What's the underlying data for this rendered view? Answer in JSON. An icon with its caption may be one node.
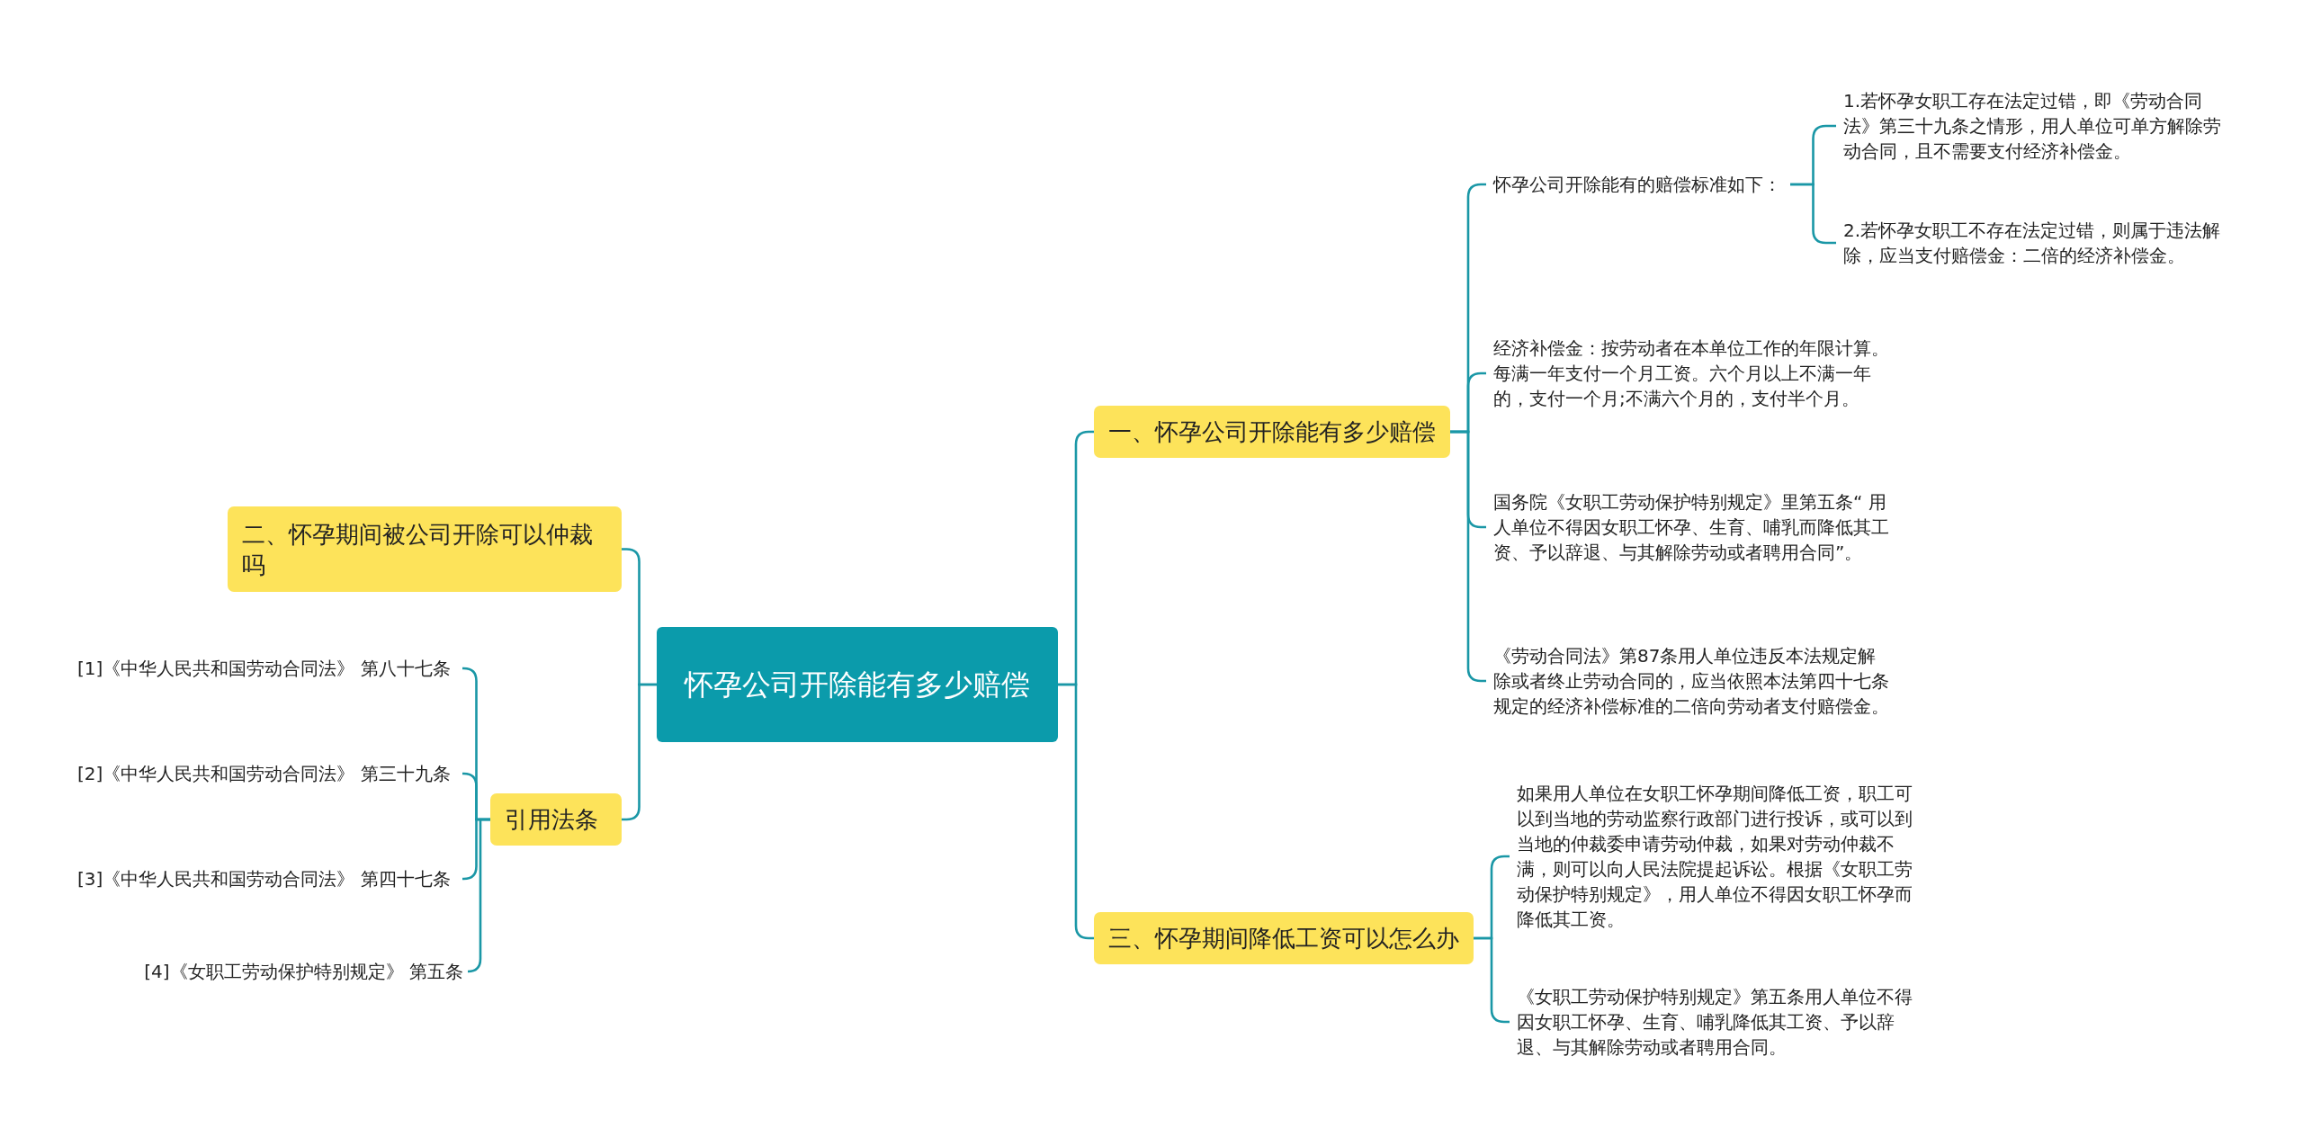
{
  "diagram": {
    "nodes": [
      {
        "text": [
          "怀孕公司开除能有多少赔偿"
        ]
      },
      {
        "text": [
          "一、怀孕公司开除能有多少赔偿"
        ]
      },
      {
        "text": [
          "怀孕公司开除能有的赔偿标准如下："
        ]
      },
      {
        "text": [
          "1.若怀孕女职工存在法定过错，即《劳动合同法》第三十九条之情形，用人单位可单方解除劳动合同，且不需要支付经济补偿金。"
        ]
      },
      {
        "text": [
          "2.若怀孕女职工不存在法定过错，则属于违法解除，应当支付赔偿金：二倍的经济补偿金。"
        ]
      },
      {
        "text": [
          "经济补偿金：按劳动者在本单位工作的年限计算。每满一年支付一个月工资。六个月以上不满一年的，支付一个月;不满六个月的，支付半个月。"
        ]
      },
      {
        "text": [
          "国务院《女职工劳动保护特别规定》里第五条“ 用人单位不得因女职工怀孕、生育、哺乳而降低其工资、予以辞退、与其解除劳动或者聘用合同”。"
        ]
      },
      {
        "text": [
          "《劳动合同法》第87条用人单位违反本法规定解除或者终止劳动合同的，应当依照本法第四十七条规定的经济补偿标准的二倍向劳动者支付赔偿金。"
        ]
      },
      {
        "text": [
          "三、怀孕期间降低工资可以怎么办"
        ]
      },
      {
        "text": [
          "如果用人单位在女职工怀孕期间降低工资，职工可以到当地的劳动监察行政部门进行投诉，或可以到当地的仲裁委申请劳动仲裁，如果对劳动仲裁不满，则可以向人民法院提起诉讼。根据《女职工劳动保护特别规定》，用人单位不得因女职工怀孕而降低其工资。"
        ]
      },
      {
        "text": [
          "《女职工劳动保护特别规定》第五条用人单位不得因女职工怀孕、生育、哺乳降低其工资、予以辞退、与其解除劳动或者聘用合同。"
        ]
      },
      {
        "text": [
          "二、怀孕期间被公司开除可以仲裁吗"
        ]
      },
      {
        "text": [
          "引用法条"
        ]
      },
      {
        "text": [
          "[1]《中华人民共和国劳动合同法》 第八十七条"
        ]
      },
      {
        "text": [
          "[2]《中华人民共和国劳动合同法》 第三十九条"
        ]
      },
      {
        "text": [
          "[3]《中华人民共和国劳动合同法》 第四十七条"
        ]
      },
      {
        "text": [
          "[4]《女职工劳动保护特别规定》 第五条"
        ]
      }
    ],
    "edges": [
      {
        "from": 0,
        "to": 1,
        "arrow": "none"
      },
      {
        "from": 1,
        "to": 2,
        "arrow": "none"
      },
      {
        "from": 2,
        "to": 3,
        "arrow": "none"
      },
      {
        "from": 2,
        "to": 4,
        "arrow": "none"
      },
      {
        "from": 1,
        "to": 5,
        "arrow": "none"
      },
      {
        "from": 1,
        "to": 6,
        "arrow": "none"
      },
      {
        "from": 1,
        "to": 7,
        "arrow": "none"
      },
      {
        "from": 0,
        "to": 8,
        "arrow": "none"
      },
      {
        "from": 8,
        "to": 9,
        "arrow": "none"
      },
      {
        "from": 8,
        "to": 10,
        "arrow": "none"
      },
      {
        "from": 0,
        "to": 11,
        "arrow": "none"
      },
      {
        "from": 0,
        "to": 12,
        "arrow": "none"
      },
      {
        "from": 12,
        "to": 13,
        "arrow": "none"
      },
      {
        "from": 12,
        "to": 14,
        "arrow": "none"
      },
      {
        "from": 12,
        "to": 15,
        "arrow": "none"
      },
      {
        "from": 12,
        "to": 16,
        "arrow": "none"
      }
    ]
  }
}
